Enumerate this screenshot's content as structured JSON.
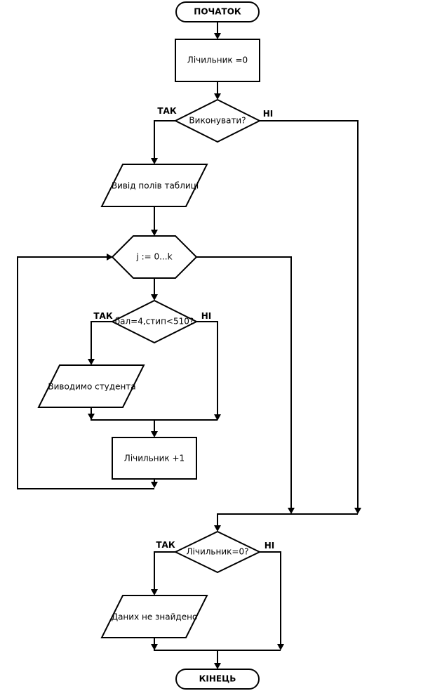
{
  "nodes": {
    "start": "ПОЧАТОК",
    "counter_init": "Лічильник =0",
    "execute_decision": "Виконувати?",
    "output_fields": "Вивід полів таблиці",
    "loop": "j := 0...k",
    "grade_decision": "бал=4,стип<510?",
    "output_student": "Виводимо студента",
    "counter_increment": "Лічильник +1",
    "counter_zero_decision": "Лічильник=0?",
    "no_data_output": "Даних не знайдено",
    "end": "КІНЕЦЬ"
  },
  "labels": {
    "yes": "ТАК",
    "no": "НІ"
  }
}
